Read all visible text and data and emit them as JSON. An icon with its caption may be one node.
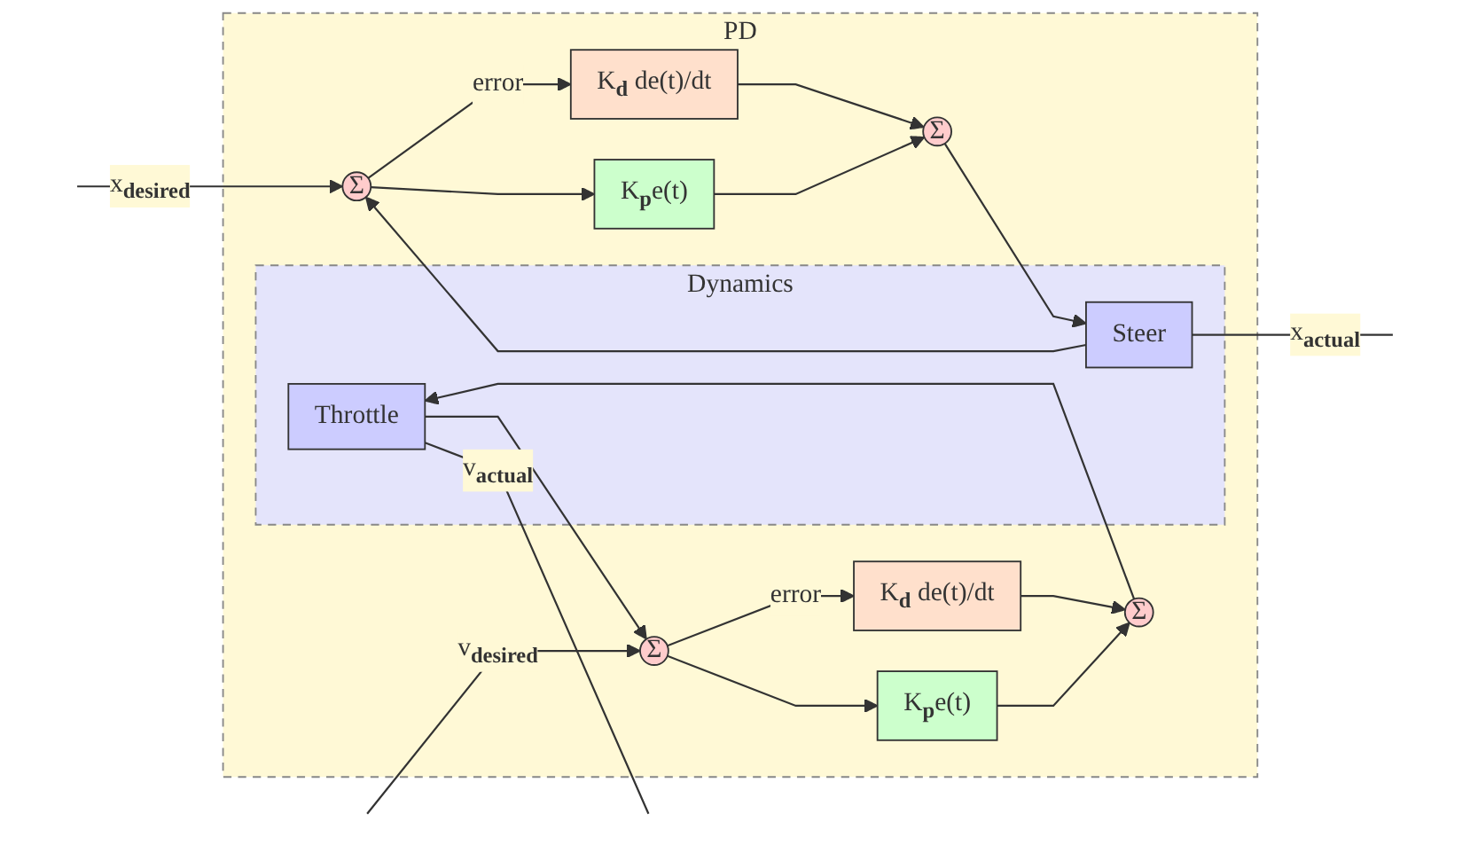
{
  "diagram": {
    "nodes": [
      {
        "text": [
          "PD"
        ]
      },
      {
        "text": [
          "Σ"
        ],
        "in": 0
      },
      {
        "text": [
          "K$_{d}$ de(t)/dt"
        ],
        "in": 0
      },
      {
        "text": [
          "K$_{p}$e(t)"
        ],
        "in": 0
      },
      {
        "text": [
          "Σ"
        ],
        "in": 0
      },
      {
        "text": [
          "Dynamics"
        ],
        "in": 0
      },
      {
        "text": [
          "Steer"
        ],
        "in": 5
      },
      {
        "text": [
          "Σ"
        ],
        "in": 0
      },
      {
        "text": [
          "K$_{d}$ de(t)/dt"
        ],
        "in": 0
      },
      {
        "text": [
          "K$_{p}$e(t)"
        ],
        "in": 0
      },
      {
        "text": [
          "Σ"
        ],
        "in": 0
      },
      {
        "text": [
          "Throttle"
        ],
        "in": 5
      }
    ],
    "edges": [
      {
        "from": null,
        "to": 1,
        "arrow": "to",
        "label": "x$_{desired}$"
      },
      {
        "from": 1,
        "to": 2,
        "arrow": "to",
        "label": "error"
      },
      {
        "from": 1,
        "to": 3,
        "arrow": "to"
      },
      {
        "from": 2,
        "to": 4,
        "arrow": "to"
      },
      {
        "from": 3,
        "to": 4,
        "arrow": "to"
      },
      {
        "from": 4,
        "to": 6,
        "arrow": "to"
      },
      {
        "from": 6,
        "to": null,
        "arrow": "none",
        "label": "x$_{actual}$"
      },
      {
        "from": 6,
        "to": 1,
        "arrow": "to"
      },
      {
        "from": null,
        "to": 7,
        "arrow": "to",
        "label": "v$_{desired}$"
      },
      {
        "from": 7,
        "to": 8,
        "arrow": "to",
        "label": "error"
      },
      {
        "from": 7,
        "to": 9,
        "arrow": "to"
      },
      {
        "from": 8,
        "to": 10,
        "arrow": "to"
      },
      {
        "from": 9,
        "to": 10,
        "arrow": "to"
      },
      {
        "from": 10,
        "to": 11,
        "arrow": "to"
      },
      {
        "from": 11,
        "to": null,
        "arrow": "none",
        "label": "v$_{actual}$"
      },
      {
        "from": 11,
        "to": 7,
        "arrow": "to"
      }
    ]
  }
}
